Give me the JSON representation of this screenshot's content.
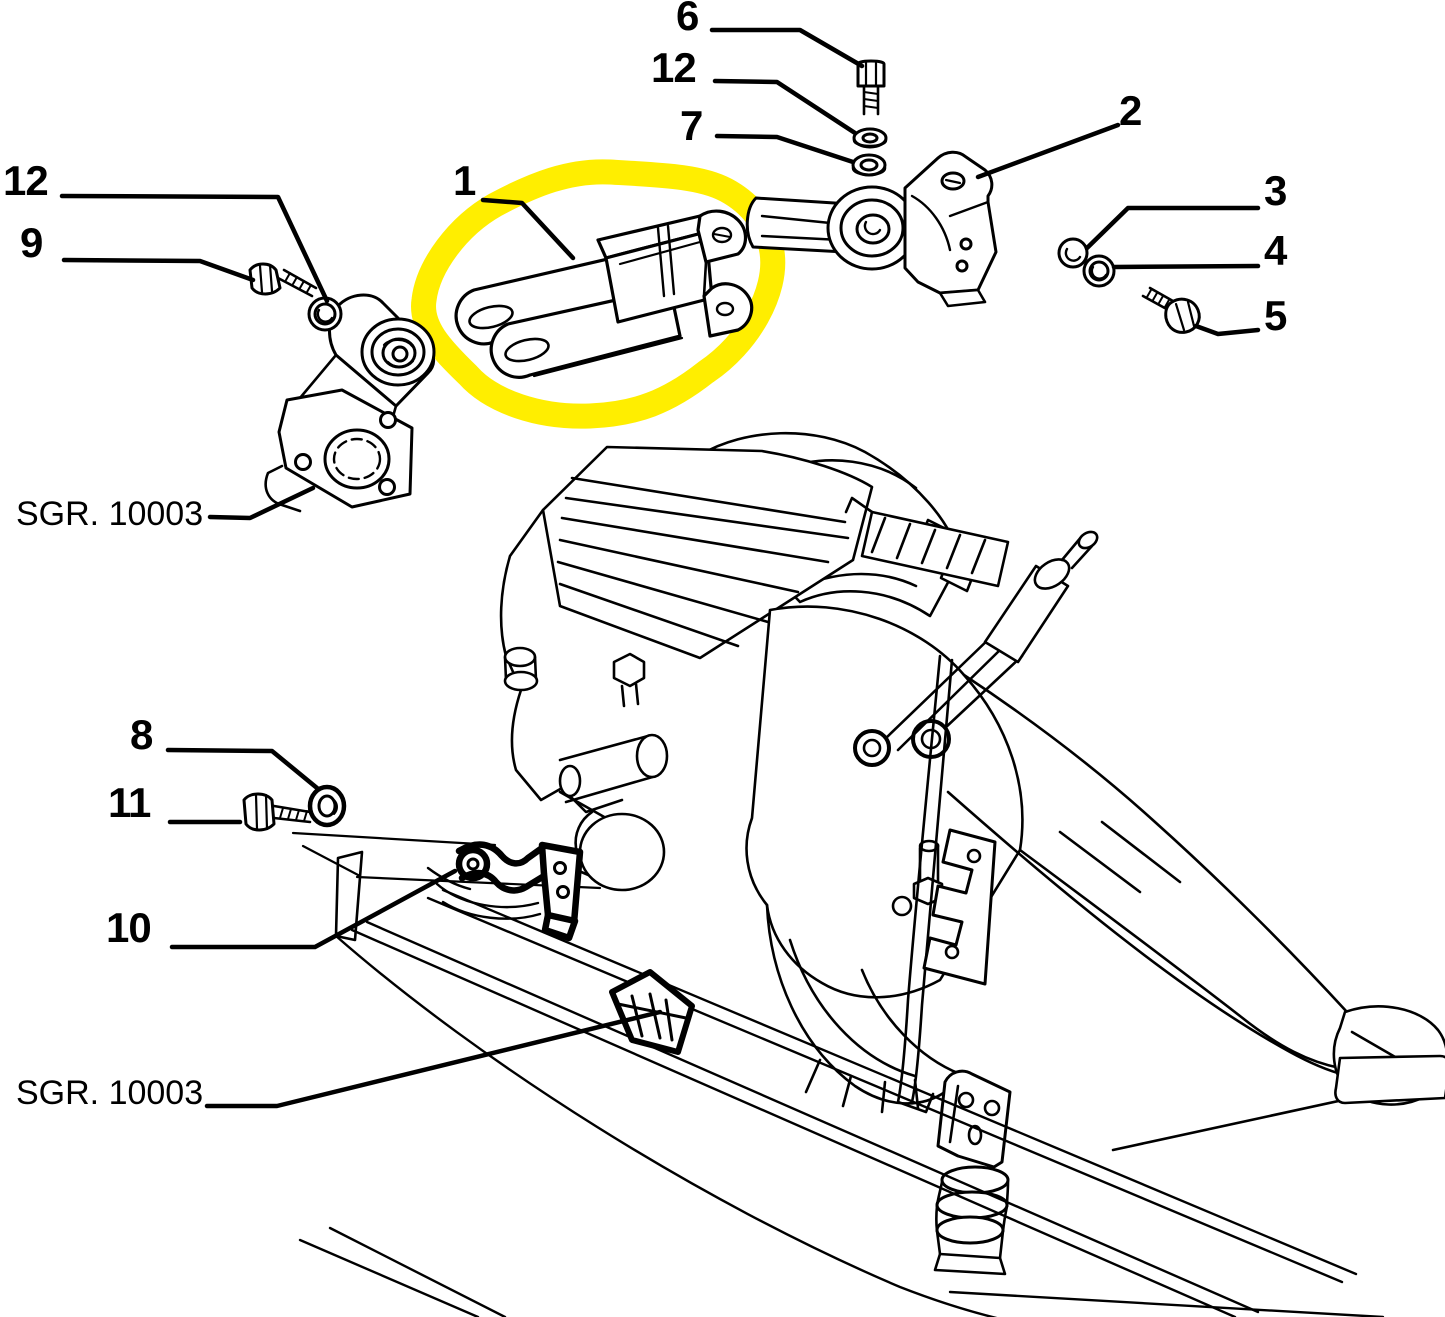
{
  "diagram": {
    "type": "exploded-parts-diagram",
    "subject": "engine and gearbox mounting / supports",
    "background_color": "#ffffff",
    "line_color": "#000000",
    "highlight": {
      "color": "#FFEE00",
      "shape": "hand-drawn-loop",
      "around_callout": "1"
    },
    "callouts": [
      {
        "label": "6",
        "points_to": "bolt"
      },
      {
        "label": "12",
        "points_to": "washer"
      },
      {
        "label": "7",
        "points_to": "washer"
      },
      {
        "label": "2",
        "points_to": "torque-rod-mount-bracket"
      },
      {
        "label": "3",
        "points_to": "washer"
      },
      {
        "label": "4",
        "points_to": "flanged-nut"
      },
      {
        "label": "5",
        "points_to": "bolt"
      },
      {
        "label": "12",
        "points_to": "flanged-nut"
      },
      {
        "label": "9",
        "points_to": "bolt"
      },
      {
        "label": "1",
        "points_to": "clevis-link-highlighted"
      },
      {
        "label": "8",
        "points_to": "washer"
      },
      {
        "label": "11",
        "points_to": "bolt"
      },
      {
        "label": "10",
        "points_to": "support-bracket"
      }
    ],
    "group_references": [
      {
        "label": "SGR. 10003",
        "points_to": "engine-mount-bracket"
      },
      {
        "label": "SGR. 10003",
        "points_to": "subframe-bracket"
      }
    ]
  }
}
